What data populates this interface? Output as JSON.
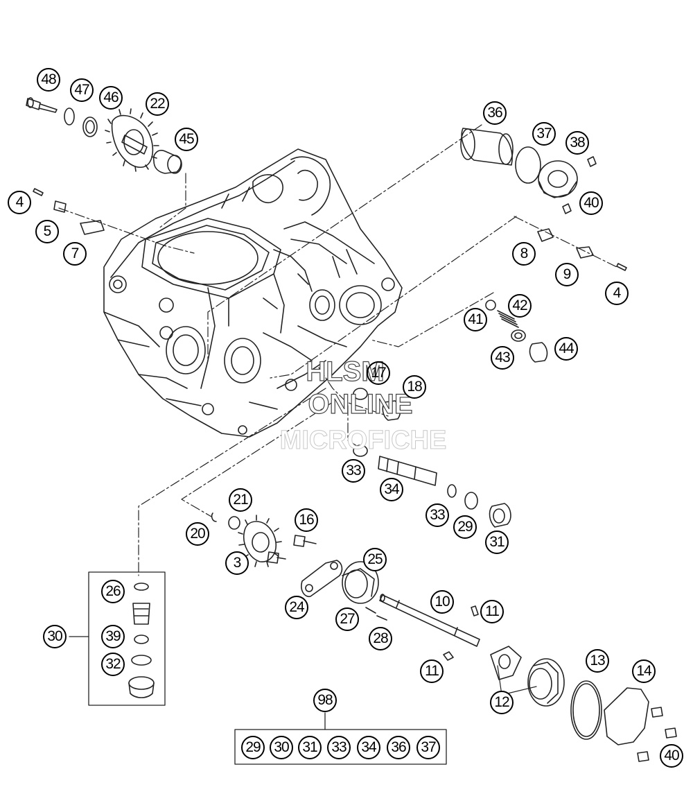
{
  "watermark": {
    "line1": "HLSM",
    "line2": "ONLINE",
    "line3": "MICROFICHE"
  },
  "callouts": {
    "c48": "48",
    "c47": "47",
    "c46": "46",
    "c22": "22",
    "c45": "45",
    "c4a": "4",
    "c5": "5",
    "c7": "7",
    "c36": "36",
    "c37a": "37",
    "c38": "38",
    "c40a": "40",
    "c8": "8",
    "c9": "9",
    "c4b": "4",
    "c41": "41",
    "c42": "42",
    "c43": "43",
    "c44": "44",
    "c17": "17",
    "c18": "18",
    "c33a": "33",
    "c34": "34",
    "c33b": "33",
    "c29": "29",
    "c31": "31",
    "c21": "21",
    "c20": "20",
    "c3": "3",
    "c16": "16",
    "c25": "25",
    "c24": "24",
    "c10": "10",
    "c11a": "11",
    "c27": "27",
    "c28": "28",
    "c11b": "11",
    "c13": "13",
    "c14": "14",
    "c12": "12",
    "c40b": "40",
    "c26": "26",
    "c30": "30",
    "c39": "39",
    "c32": "32",
    "c98": "98"
  },
  "kit_98": [
    "29",
    "30",
    "31",
    "33",
    "34",
    "36",
    "37"
  ]
}
